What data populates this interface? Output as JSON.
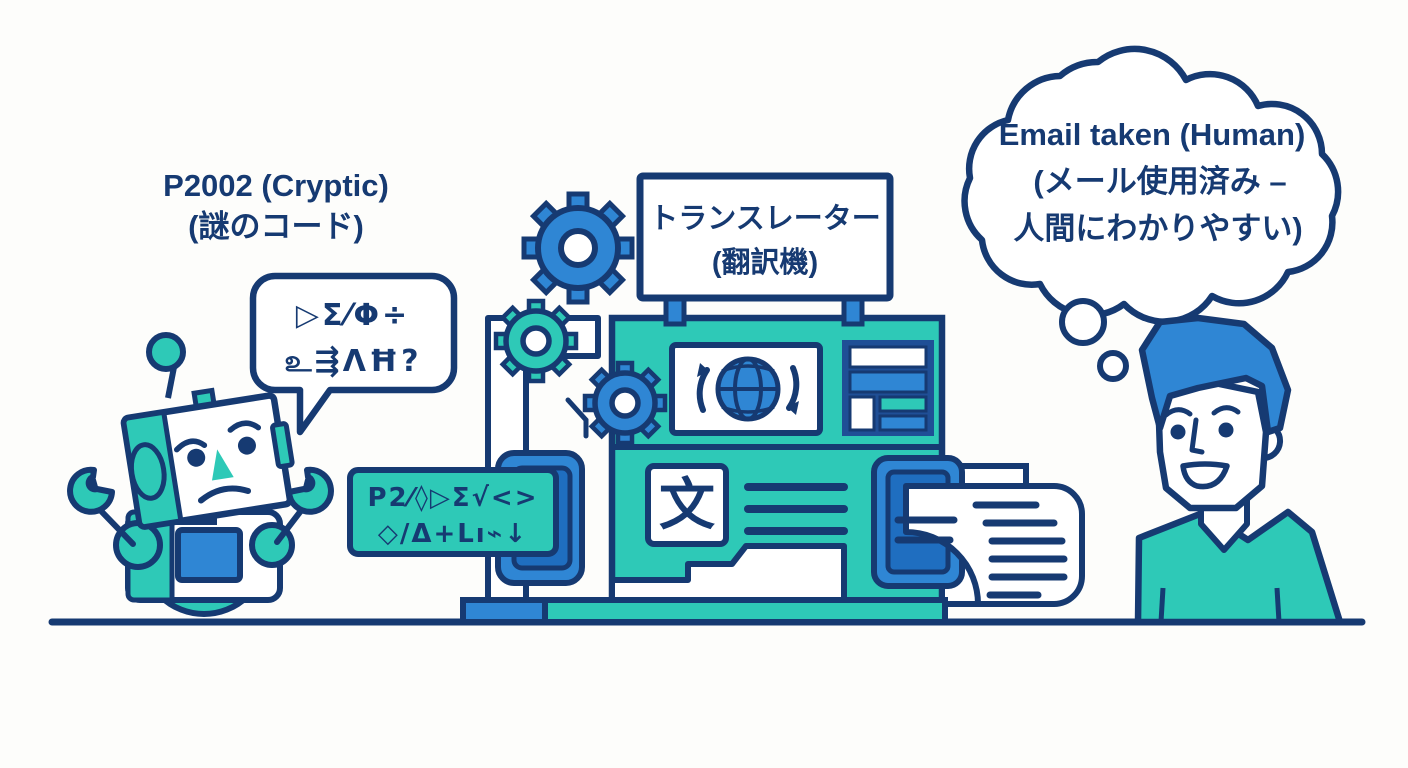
{
  "scene": {
    "title": "Cryptic error code translated to human-friendly message",
    "background_color": "#fdfdfb",
    "ground_line_color": "#163a72"
  },
  "palette": {
    "outline_navy": "#163a72",
    "teal": "#2ec9b7",
    "teal_dark": "#23b2a2",
    "blue": "#2f86d4",
    "blue_dark": "#1f6ec0",
    "white": "#ffffff",
    "background": "#fdfdfb"
  },
  "labels": {
    "cryptic_code": {
      "line1": "P2002 (Cryptic)",
      "line2": "(謎のコード)"
    },
    "machine_sign": {
      "line1": "トランスレーター",
      "line2": "(翻訳機)"
    }
  },
  "robot": {
    "name": "confused-robot",
    "expression": "confused",
    "speech_bubble": {
      "line1": "▷Σ⁄Φ÷",
      "line2": "உ⇶ΛĦ?"
    }
  },
  "input_card": {
    "name": "cryptic-input-card",
    "line1": "P2⁄◊▷Σ√<>",
    "line2": "◇/Δ+Lı⌁↓"
  },
  "machine": {
    "name": "translator-machine",
    "globe_icon": "globe-with-arrows-icon",
    "translate_icon": "文",
    "gears": [
      "gear-large-blue",
      "gear-teal",
      "gear-small-blue"
    ],
    "display_lines": 3,
    "output_paper_lines": 6
  },
  "human": {
    "name": "smiling-person",
    "expression": "smiling",
    "hair_color": "#2f86d4",
    "shirt_color": "#2ec9b7",
    "thought_bubble": {
      "line1": "Email taken (Human)",
      "line2": "(メール使用済み –",
      "line3": "人間にわかりやすい)"
    }
  }
}
